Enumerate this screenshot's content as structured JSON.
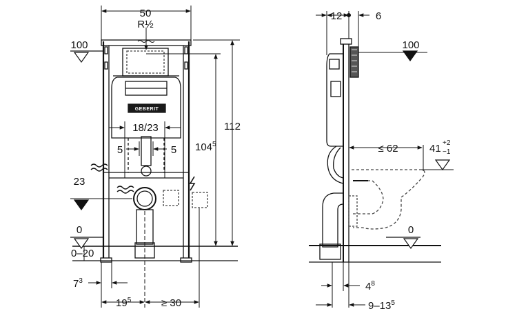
{
  "diagram": {
    "front": {
      "width_label": "50",
      "thread_label": "R½",
      "height_total_label": "112",
      "height_inner_label": "104",
      "height_inner_sup": "5",
      "center_width_label": "18/23",
      "offset_left_label": "5",
      "offset_right_label": "5",
      "level_top_label": "100",
      "level_mid_label": "23",
      "level_floor_label": "0",
      "floor_range_label": "0–20",
      "bottom_left_label": "7",
      "bottom_left_sup": "3",
      "bottom_mid_label": "19",
      "bottom_mid_sup": "5",
      "bottom_right_label": "≥ 30",
      "logo_text": "GEBERIT"
    },
    "side": {
      "top_left_label": "12",
      "top_right_label": "6",
      "level_top_label": "100",
      "depth_label": "≤ 62",
      "height_label": "41",
      "tol_plus": "+2",
      "tol_minus": "−1",
      "level_floor_label": "0",
      "bottom_top_label": "4",
      "bottom_top_sup": "8",
      "bottom_range_label": "9–13",
      "bottom_range_sup": "5"
    },
    "colors": {
      "line": "#111111",
      "dashed": "#444444",
      "paper": "#ffffff",
      "plate": "#1a1a1a"
    }
  }
}
